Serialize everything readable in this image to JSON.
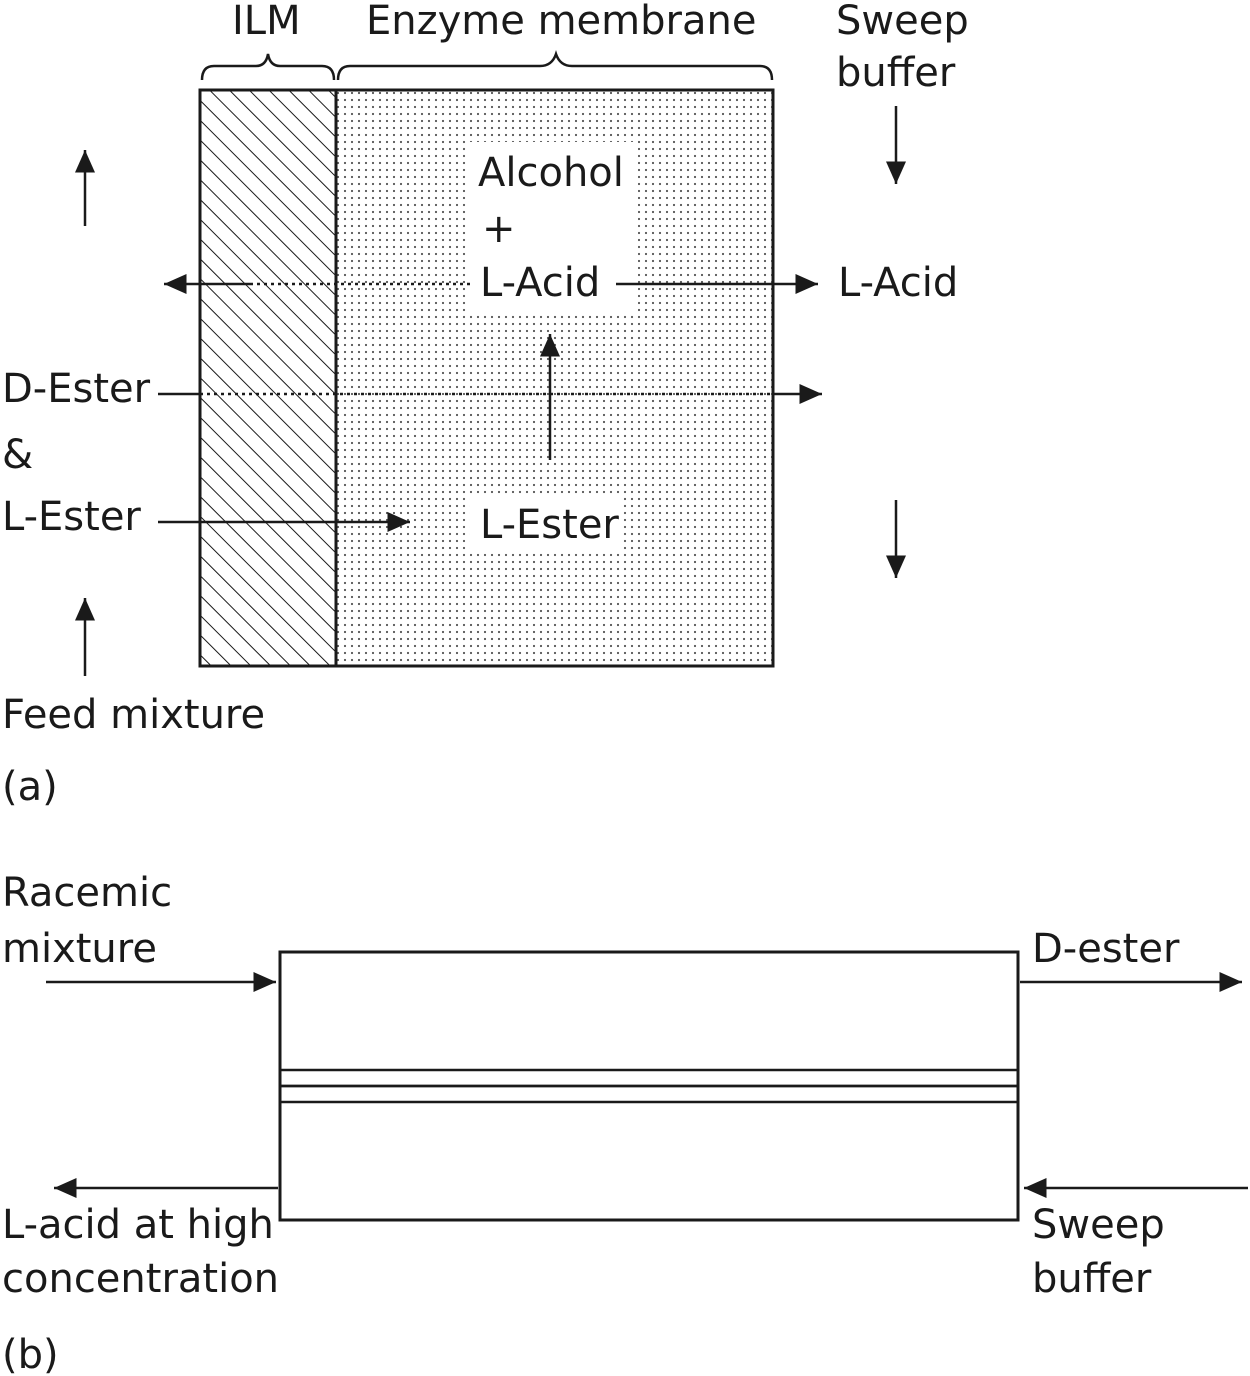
{
  "panel_a": {
    "label": "(a)",
    "ilm_label": "ILM",
    "enzyme_label": "Enzyme membrane",
    "sweep_label_line1": "Sweep",
    "sweep_label_line2": "buffer",
    "alcohol": "Alcohol",
    "plus": "+",
    "l_acid_inner": "L-Acid",
    "l_acid_out": "L-Acid",
    "d_ester": "D-Ester",
    "ampersand": "&",
    "l_ester": "L-Ester",
    "l_ester_inner": "L-Ester",
    "feed": "Feed mixture"
  },
  "panel_b": {
    "label": "(b)",
    "racemic_line1": "Racemic",
    "racemic_line2": "mixture",
    "d_ester": "D-ester",
    "l_acid_line1": "L-acid at high",
    "l_acid_line2": "concentration",
    "sweep_line1": "Sweep",
    "sweep_line2": "buffer"
  }
}
